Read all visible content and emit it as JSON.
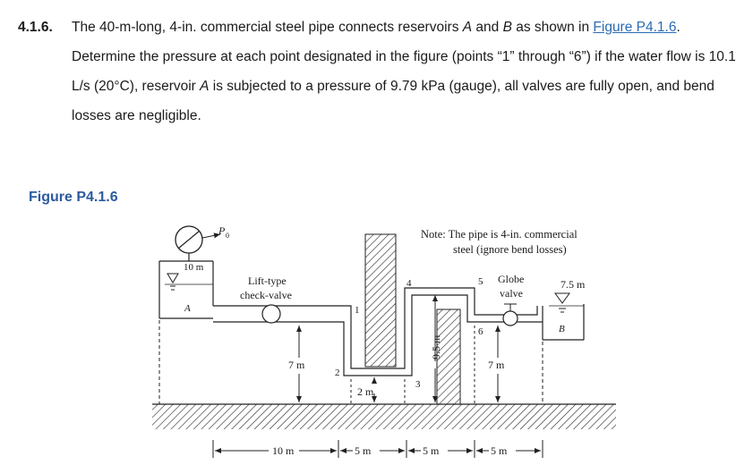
{
  "problem": {
    "number": "4.1.6.",
    "text_parts": [
      "The 40-m-long, 4-in. commercial steel pipe connects reservoirs ",
      "A",
      " and ",
      "B",
      " as shown in ",
      "Figure P4.1.6",
      ". Determine the pressure at each point designated in the figure (points “1” through “6”) if the water flow is 10.1 L/s (20°C), reservoir ",
      "A",
      " is subjected to a pressure of 9.79 kPa (gauge), all valves are fully open, and bend losses are negligible."
    ]
  },
  "figure": {
    "caption": "Figure P4.1.6",
    "pressure_label": "P",
    "pressure_sub": "0",
    "reservoir_a": "A",
    "reservoir_b": "B",
    "dim_10m_top": "10 m",
    "lift_valve_line1": "Lift-type",
    "lift_valve_line2": "check-valve",
    "note_line1": "Note: The pipe is 4-in. commercial",
    "note_line2": "steel (ignore bend losses)",
    "globe_line1": "Globe",
    "globe_line2": "valve",
    "dim_7_5m": "7.5 m",
    "dim_7m_left": "7 m",
    "dim_7m_right": "7 m",
    "dim_2m": "2 m",
    "dim_9_5m": "9.5 m",
    "points": [
      "1",
      "2",
      "3",
      "4",
      "5",
      "6"
    ],
    "dim_10m_bottom": "10 m",
    "dim_5m_a": "5 m",
    "dim_5m_b": "5 m",
    "dim_5m_c": "5 m"
  },
  "colors": {
    "link": "#2a6bb3",
    "caption": "#2c5aa0",
    "text": "#1b1b1b"
  }
}
